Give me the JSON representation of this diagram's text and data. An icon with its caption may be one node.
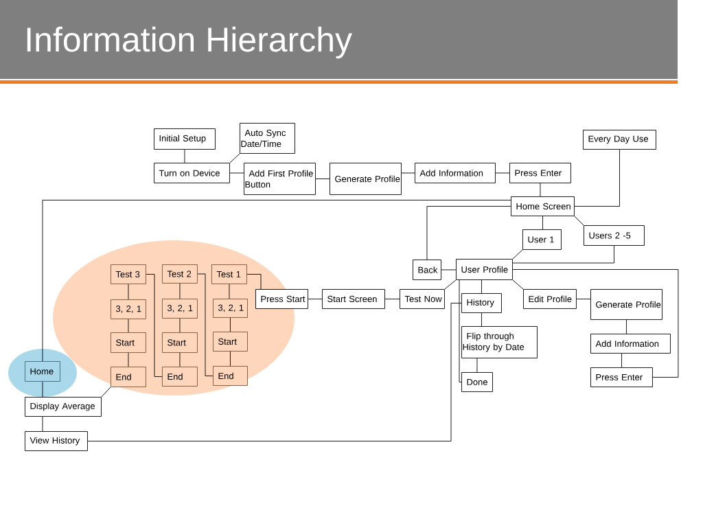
{
  "diagram": {
    "title": "Information Hierarchy",
    "nodes": [
      {
        "text": [
          "Initial Setup"
        ]
      },
      {
        "text": [
          "Auto Sync Date/Time"
        ]
      },
      {
        "text": [
          "Turn on Device"
        ]
      },
      {
        "text": [
          "Add First Profile Button"
        ]
      },
      {
        "text": [
          "Generate Profile"
        ]
      },
      {
        "text": [
          "Add Information"
        ]
      },
      {
        "text": [
          "Press Enter"
        ]
      },
      {
        "text": [
          "Every Day Use"
        ]
      },
      {
        "text": [
          "Home Screen"
        ]
      },
      {
        "text": [
          "User 1"
        ]
      },
      {
        "text": [
          "Users 2 -5"
        ]
      },
      {
        "text": [
          "Back"
        ]
      },
      {
        "text": [
          "User Profile"
        ]
      },
      {
        "text": [
          "Test 3"
        ]
      },
      {
        "text": [
          "Test 2"
        ]
      },
      {
        "text": [
          "Test 1"
        ]
      },
      {
        "text": [
          "Press Start"
        ]
      },
      {
        "text": [
          "Start Screen"
        ]
      },
      {
        "text": [
          "Test Now"
        ]
      },
      {
        "text": [
          "History"
        ]
      },
      {
        "text": [
          "Edit Profile"
        ]
      },
      {
        "text": [
          "Generate Profile"
        ]
      },
      {
        "text": [
          "3, 2, 1"
        ]
      },
      {
        "text": [
          "3, 2, 1"
        ]
      },
      {
        "text": [
          "3, 2, 1"
        ]
      },
      {
        "text": [
          "Flip through History by Date"
        ]
      },
      {
        "text": [
          "Add Information"
        ]
      },
      {
        "text": [
          "Start"
        ]
      },
      {
        "text": [
          "Start"
        ]
      },
      {
        "text": [
          "Start"
        ]
      },
      {
        "text": [
          "Home"
        ]
      },
      {
        "text": [
          "End"
        ]
      },
      {
        "text": [
          "End"
        ]
      },
      {
        "text": [
          "End"
        ]
      },
      {
        "text": [
          "Done"
        ]
      },
      {
        "text": [
          "Press Enter"
        ]
      },
      {
        "text": [
          "Display Average"
        ]
      },
      {
        "text": [
          "View History"
        ]
      }
    ],
    "edges": [
      {
        "from": 0,
        "to": 2,
        "arrow": "none"
      },
      {
        "from": 2,
        "to": 1,
        "arrow": "none"
      },
      {
        "from": 2,
        "to": 3,
        "arrow": "none"
      },
      {
        "from": 3,
        "to": 4,
        "arrow": "none"
      },
      {
        "from": 4,
        "to": 5,
        "arrow": "none"
      },
      {
        "from": 5,
        "to": 6,
        "arrow": "none"
      },
      {
        "from": 6,
        "to": 8,
        "arrow": "none"
      },
      {
        "from": 7,
        "to": 8,
        "arrow": "none"
      },
      {
        "from": 8,
        "to": 30,
        "arrow": "none"
      },
      {
        "from": 8,
        "to": 11,
        "arrow": "none"
      },
      {
        "from": 8,
        "to": 9,
        "arrow": "none"
      },
      {
        "from": 8,
        "to": 10,
        "arrow": "none"
      },
      {
        "from": 9,
        "to": 12,
        "arrow": "none"
      },
      {
        "from": 10,
        "to": 12,
        "arrow": "none"
      },
      {
        "from": 11,
        "to": 12,
        "arrow": "none"
      },
      {
        "from": 12,
        "to": 18,
        "arrow": "none"
      },
      {
        "from": 12,
        "to": 19,
        "arrow": "none"
      },
      {
        "from": 12,
        "to": 34,
        "arrow": "none"
      },
      {
        "from": 12,
        "to": 20,
        "arrow": "none"
      },
      {
        "from": 12,
        "to": 35,
        "arrow": "none"
      },
      {
        "from": 20,
        "to": 21,
        "arrow": "none"
      },
      {
        "from": 21,
        "to": 26,
        "arrow": "none"
      },
      {
        "from": 26,
        "to": 35,
        "arrow": "none"
      },
      {
        "from": 19,
        "to": 25,
        "arrow": "none"
      },
      {
        "from": 25,
        "to": 34,
        "arrow": "none"
      },
      {
        "from": 37,
        "to": 19,
        "arrow": "none"
      },
      {
        "from": 18,
        "to": 17,
        "arrow": "none"
      },
      {
        "from": 17,
        "to": 16,
        "arrow": "none"
      },
      {
        "from": 16,
        "to": 15,
        "arrow": "none"
      },
      {
        "from": 15,
        "to": 24,
        "arrow": "none"
      },
      {
        "from": 24,
        "to": 29,
        "arrow": "none"
      },
      {
        "from": 29,
        "to": 33,
        "arrow": "none"
      },
      {
        "from": 14,
        "to": 23,
        "arrow": "none"
      },
      {
        "from": 23,
        "to": 28,
        "arrow": "none"
      },
      {
        "from": 28,
        "to": 32,
        "arrow": "none"
      },
      {
        "from": 13,
        "to": 22,
        "arrow": "none"
      },
      {
        "from": 22,
        "to": 27,
        "arrow": "none"
      },
      {
        "from": 27,
        "to": 31,
        "arrow": "none"
      },
      {
        "from": 13,
        "to": 32,
        "arrow": "none"
      },
      {
        "from": 14,
        "to": 33,
        "arrow": "none"
      },
      {
        "from": 31,
        "to": 36,
        "arrow": "none"
      },
      {
        "from": 30,
        "to": 36,
        "arrow": "none"
      },
      {
        "from": 36,
        "to": 37,
        "arrow": "none"
      }
    ]
  }
}
